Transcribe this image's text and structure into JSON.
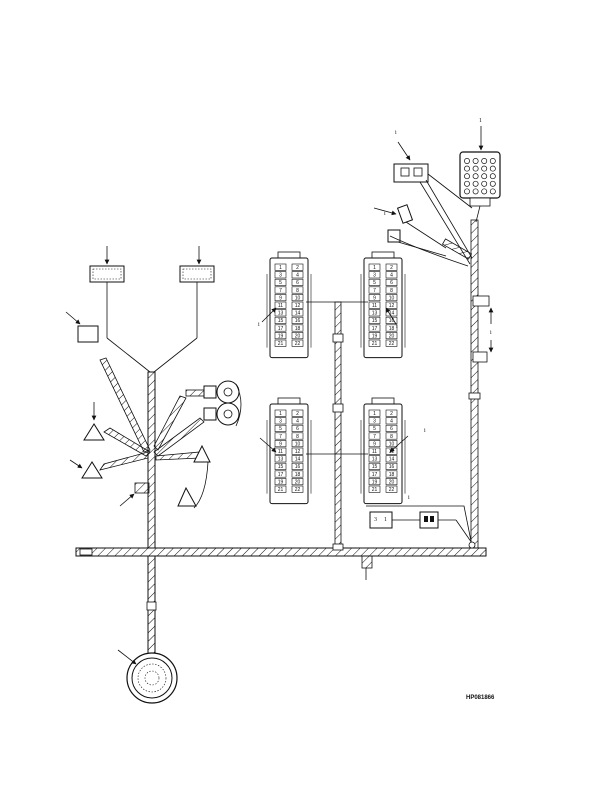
{
  "figure": {
    "reference_code": "HP081866"
  },
  "connectors": {
    "block_left_top": {
      "pins": [
        "1",
        "2",
        "3",
        "4",
        "5",
        "6",
        "7",
        "8",
        "9",
        "10",
        "11",
        "12",
        "13",
        "14",
        "15",
        "16",
        "17",
        "18",
        "19",
        "20",
        "21",
        "22"
      ]
    },
    "block_right_top": {
      "pins": [
        "1",
        "2",
        "3",
        "4",
        "5",
        "6",
        "7",
        "8",
        "9",
        "10",
        "11",
        "12",
        "13",
        "14",
        "15",
        "16",
        "17",
        "18",
        "19",
        "20",
        "21",
        "22"
      ]
    },
    "block_left_bot": {
      "pins": [
        "1",
        "2",
        "3",
        "4",
        "5",
        "6",
        "7",
        "8",
        "9",
        "10",
        "11",
        "12",
        "13",
        "14",
        "15",
        "16",
        "17",
        "18",
        "19",
        "20",
        "21",
        "22"
      ]
    },
    "block_right_bot": {
      "pins": [
        "1",
        "2",
        "3",
        "4",
        "5",
        "6",
        "7",
        "8",
        "9",
        "10",
        "11",
        "12",
        "13",
        "14",
        "15",
        "16",
        "17",
        "18",
        "19",
        "20",
        "21",
        "22"
      ]
    }
  },
  "small_connector_labels": [
    "3",
    "1"
  ],
  "callout_marks": [
    "1",
    "i",
    "i",
    "i",
    "i",
    "i",
    "i",
    "i"
  ],
  "colors": {
    "line": "#111111",
    "background": "#ffffff"
  }
}
